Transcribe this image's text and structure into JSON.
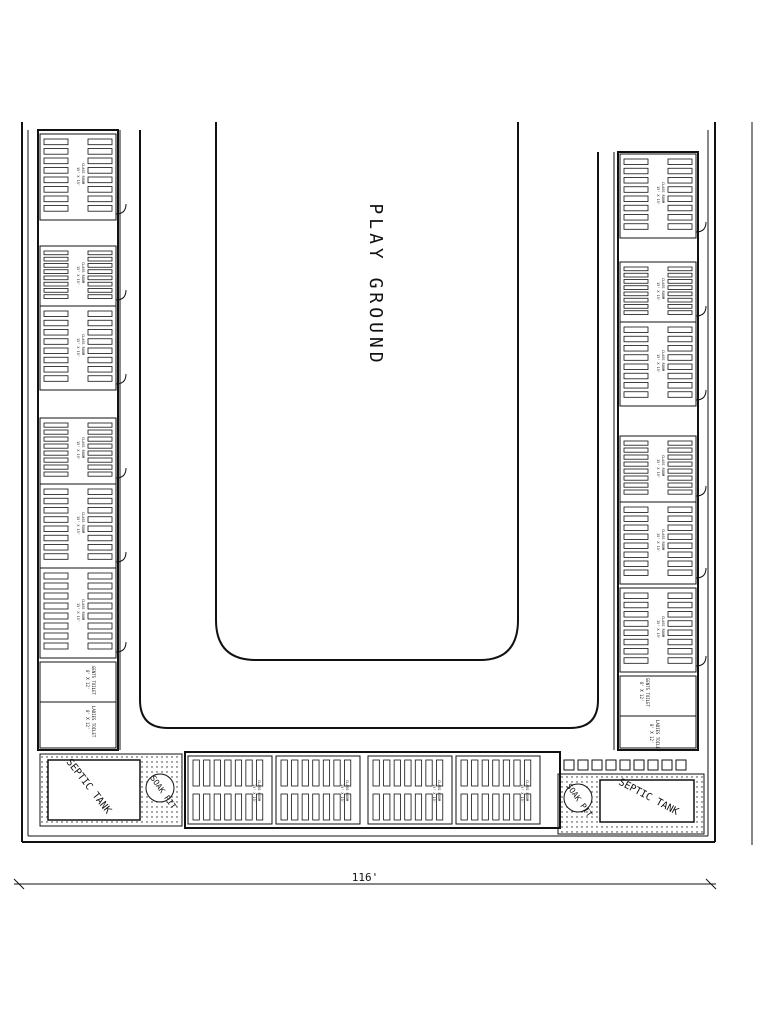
{
  "playground": {
    "label": "PLAY GROUND"
  },
  "class_room": {
    "name": "CLASS ROOM",
    "size": "15' X 15'"
  },
  "gents_toilet": {
    "name": "GENTS TOILET",
    "size": "8' X 12'"
  },
  "ladies_toilet": {
    "name": "LADIES TOILET",
    "size": "8' X 12'"
  },
  "septic_tank": {
    "label": "SEPTIC TANK"
  },
  "soak_pit": {
    "label": "SOAK PIT"
  },
  "dimension": {
    "width": "116'"
  }
}
